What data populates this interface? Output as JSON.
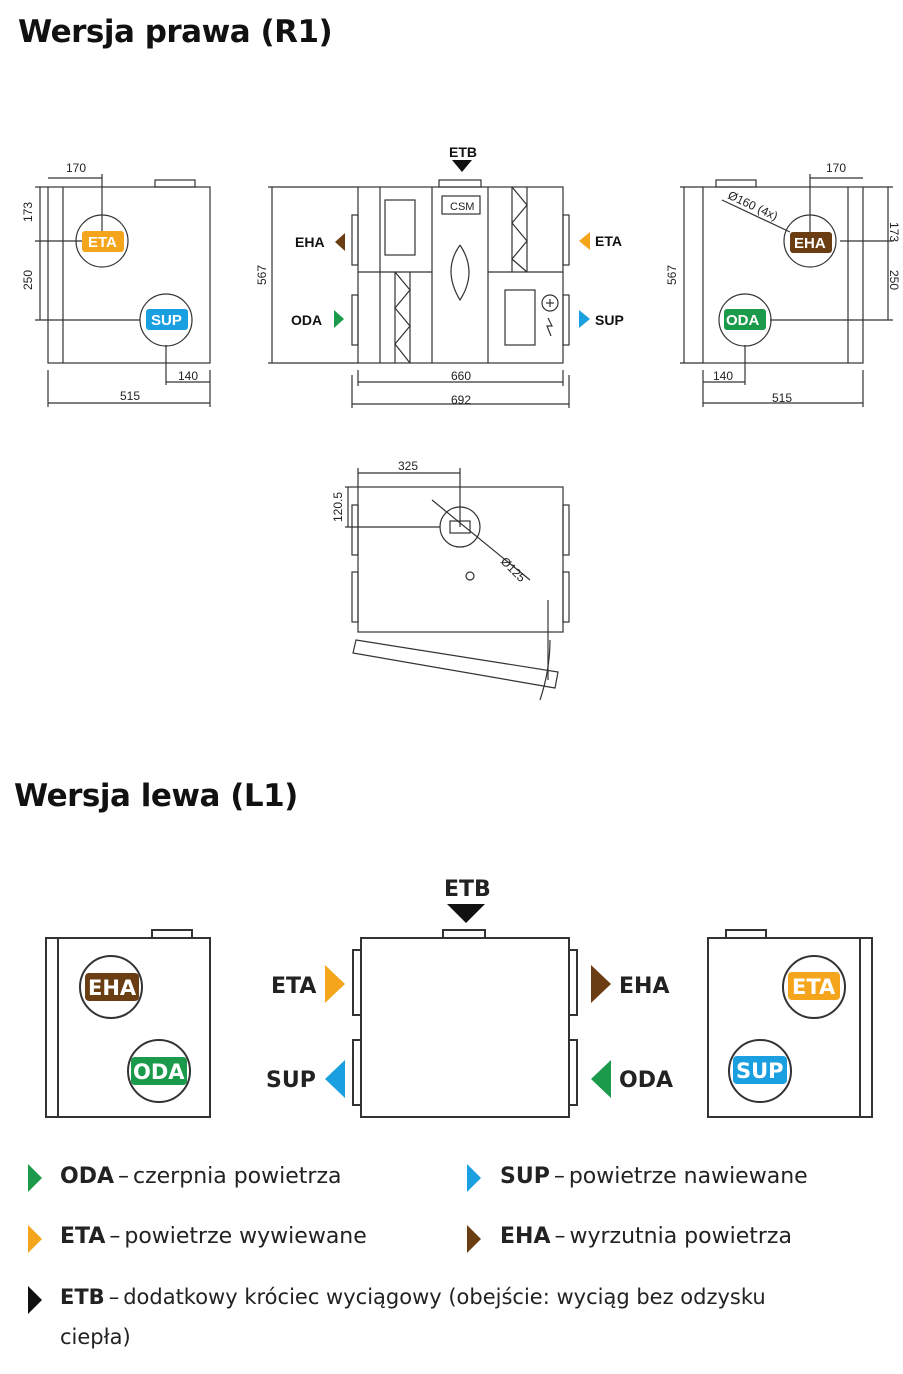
{
  "titles": {
    "right": "Wersja prawa (R1)",
    "left": "Wersja lewa (L1)"
  },
  "colors": {
    "ODA": "#1a9a4a",
    "SUP": "#1aa0e0",
    "ETA": "#f5a51c",
    "EHA": "#6b3d12",
    "ETB": "#111111"
  },
  "drawing_r1": {
    "tags": {
      "eta": "ETA",
      "sup": "SUP",
      "eha": "EHA",
      "oda": "ODA",
      "etb": "ETB",
      "csm": "CSM"
    },
    "dims": {
      "d170": "170",
      "d173": "173",
      "d250": "250",
      "d567": "567",
      "d515": "515",
      "d140": "140",
      "d660": "660",
      "d692": "692",
      "d160": "Ø160 (4x)",
      "d325": "325",
      "d1205": "120.5",
      "d125": "Ø125"
    }
  },
  "drawing_l1": {
    "tags": {
      "eha": "EHA",
      "oda": "ODA",
      "eta": "ETA",
      "sup": "SUP",
      "etb": "ETB"
    }
  },
  "legend": [
    {
      "code": "ODA",
      "text": "czerpnia powietrza",
      "color": "#1a9a4a"
    },
    {
      "code": "SUP",
      "text": "powietrze nawiewane",
      "color": "#1aa0e0"
    },
    {
      "code": "ETA",
      "text": "powietrze wywiewane",
      "color": "#f5a51c"
    },
    {
      "code": "EHA",
      "text": "wyrzutnia powietrza",
      "color": "#6b3d12"
    },
    {
      "code": "ETB",
      "text": "dodatkowy króciec wyciągowy (obejście: wyciąg bez odzysku",
      "text2": "ciepła)",
      "color": "#111111"
    }
  ]
}
